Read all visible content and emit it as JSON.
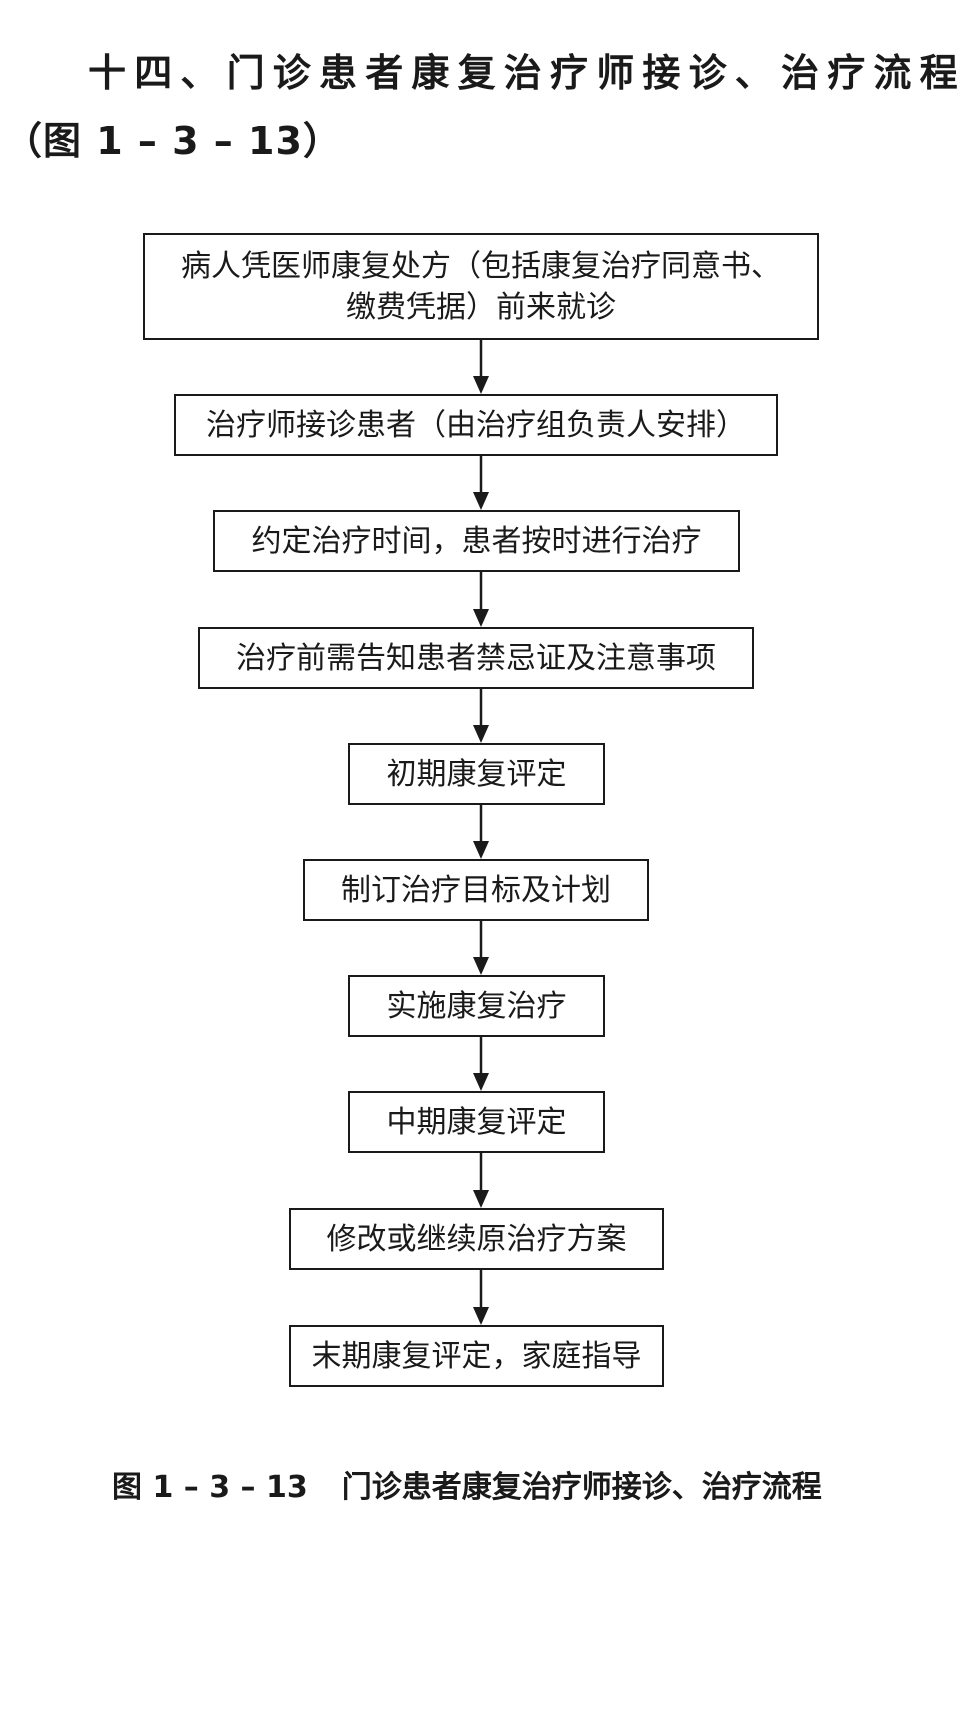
{
  "heading": {
    "line1": "十四、门诊患者康复治疗师接诊、治疗流程",
    "line2": "（图 1 – 3 – 13）"
  },
  "flowchart": {
    "steps": [
      "病人凭医师康复处方（包括康复治疗同意书、\n缴费凭据）前来就诊",
      "治疗师接诊患者（由治疗组负责人安排）",
      "约定治疗时间，患者按时进行治疗",
      "治疗前需告知患者禁忌证及注意事项",
      "初期康复评定",
      "制订治疗目标及计划",
      "实施康复治疗",
      "中期康复评定",
      "修改或继续原治疗方案",
      "末期康复评定，家庭指导"
    ]
  },
  "caption": {
    "label": "图 1 – 3 – 13",
    "title": "门诊患者康复治疗师接诊、治疗流程"
  }
}
